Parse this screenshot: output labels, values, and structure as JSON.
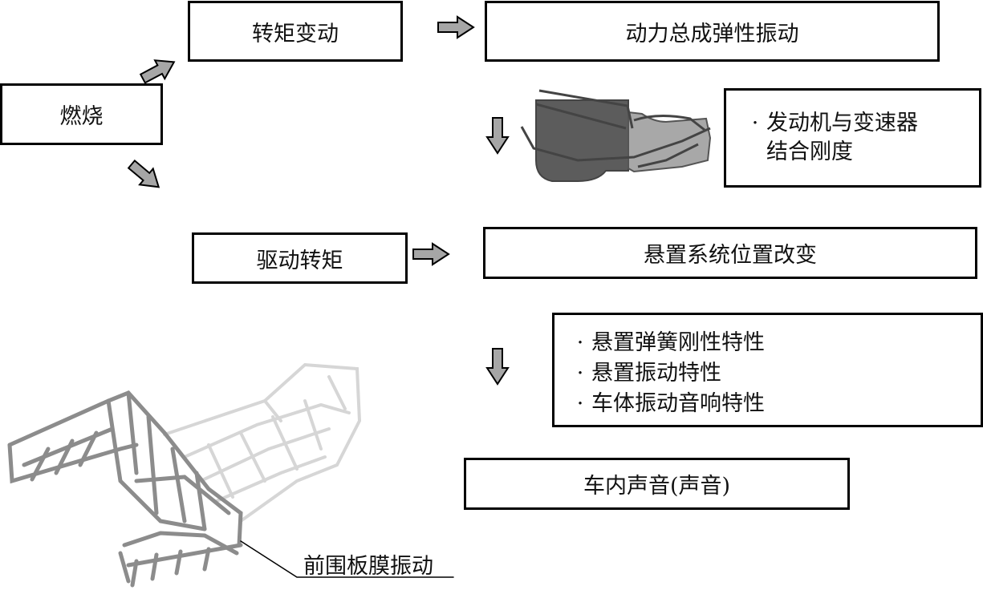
{
  "diagram": {
    "nodes": {
      "combustion": "燃烧",
      "torque_variation": "转矩变动",
      "powertrain_elastic_vibration": "动力总成弹性振动",
      "drive_torque": "驱动转矩",
      "mount_position_change": "悬置系统位置改变",
      "interior_sound": "车内声音(声音)"
    },
    "factor_boxes": {
      "engine_transmission": {
        "bullet": "·",
        "lines": [
          "发动机与变速器",
          "结合刚度"
        ]
      },
      "mount_characteristics": {
        "items": [
          {
            "bullet": "·",
            "text": "悬置弹簧刚性特性"
          },
          {
            "bullet": "·",
            "text": "悬置振动特性"
          },
          {
            "bullet": "·",
            "text": "车体振动音响特性"
          }
        ]
      }
    },
    "callouts": {
      "dash_panel_vibration": "前围板膜振动"
    },
    "arrows": [
      {
        "from": "combustion",
        "to": "torque_variation",
        "direction": "up-right"
      },
      {
        "from": "combustion",
        "to": "drive_torque",
        "direction": "down-right"
      },
      {
        "from": "torque_variation",
        "to": "powertrain_elastic_vibration",
        "direction": "right"
      },
      {
        "from": "powertrain_elastic_vibration",
        "to": "mount_position_change",
        "direction": "down"
      },
      {
        "from": "drive_torque",
        "to": "mount_position_change",
        "direction": "right"
      },
      {
        "from": "mount_position_change",
        "to": "interior_sound",
        "direction": "down"
      }
    ],
    "illustrations": [
      "powertrain-model",
      "body-frame-model"
    ],
    "colors": {
      "arrow_fill": "#a6a6a6",
      "powertrain_engine": "#5c5c5c",
      "powertrain_transmission": "#a8a8a8",
      "frame_dark": "#8c8c8c",
      "frame_light": "#d6d6d6"
    }
  }
}
